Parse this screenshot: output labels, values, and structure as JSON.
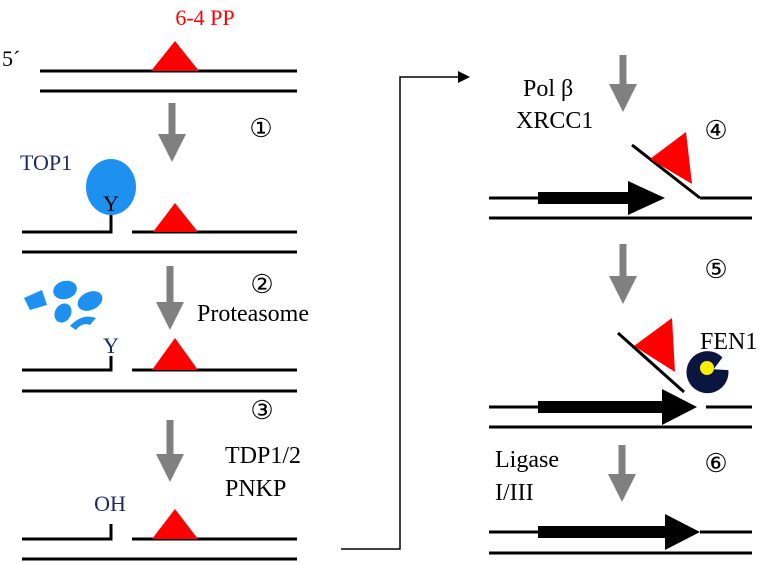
{
  "labels": {
    "lesion": "6-4 PP",
    "five_prime": "5´",
    "top1": "TOP1",
    "tyr_1": "Y",
    "tyr_2": "Y",
    "proteasome": "Proteasome",
    "tdp": "TDP1/2",
    "pnkp": "PNKP",
    "oh": "OH",
    "pol_beta": "Pol β",
    "xrcc1": "XRCC1",
    "fen1": "FEN1",
    "ligase": "Ligase",
    "ligase_type": "I/III"
  },
  "steps": [
    "①",
    "②",
    "③",
    "④",
    "⑤",
    "⑥"
  ],
  "colors": {
    "lesion": "#ff0000",
    "top1": "#1e90f0",
    "dark_text": "#1b2a5c",
    "arrow": "#808080",
    "fen1_body": "#0b1640",
    "fen1_center": "#ffee00"
  }
}
